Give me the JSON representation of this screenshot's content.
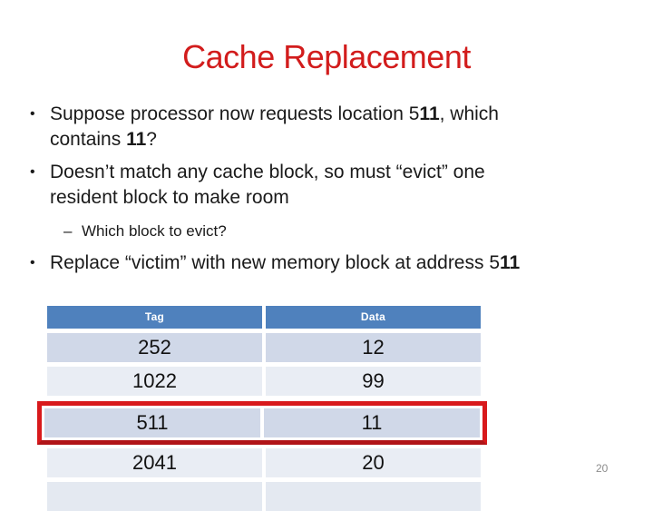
{
  "slide": {
    "title": "Cache Replacement",
    "page_number": "20",
    "bullet_marker": "•",
    "sub_bullet_marker": "–",
    "bullets": {
      "b1": [
        {
          "t": "Suppose processor now requests location 5"
        },
        {
          "t": "11",
          "b": true
        },
        {
          "t": ", which"
        },
        {
          "br": true
        },
        {
          "t": "contains "
        },
        {
          "t": "11",
          "b": true
        },
        {
          "t": "?"
        }
      ],
      "b2": [
        {
          "t": "Doesn’t match any cache block, so must “evict” one"
        },
        {
          "br": true
        },
        {
          "t": "resident block to make room"
        }
      ],
      "sub1": [
        {
          "t": "Which block to evict?"
        }
      ],
      "b3": [
        {
          "t": "Replace “victim” with new memory block at address 5"
        },
        {
          "t": "11",
          "b": true
        }
      ]
    },
    "table": {
      "columns": [
        "Tag",
        "Data"
      ],
      "rows": [
        {
          "tag": "252",
          "data": "12",
          "highlighted": false
        },
        {
          "tag": "1022",
          "data": "99",
          "highlighted": false
        },
        {
          "tag": "511",
          "data": "11",
          "highlighted": true
        },
        {
          "tag": "2041",
          "data": "20",
          "highlighted": false
        }
      ],
      "partial_fifth_row_visible": true
    },
    "colors": {
      "title_red": "#d21c1c",
      "highlight_border_red": "#d8191c",
      "header_blue": "#4f81bd",
      "row_band_dark": "#d0d8e8",
      "row_band_light": "#e9edf4",
      "page_number_gray": "#8c8c8c"
    }
  }
}
